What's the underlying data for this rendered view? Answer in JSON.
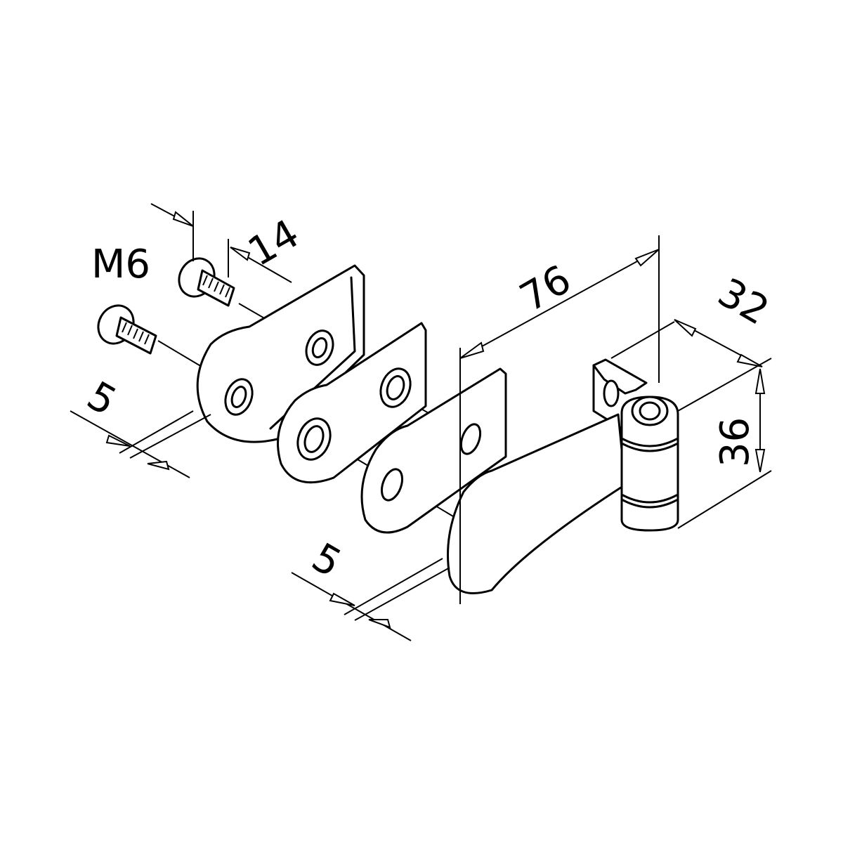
{
  "labels": {
    "thread": "M6",
    "hole_spacing": "14",
    "length": "76",
    "width": "32",
    "height": "36",
    "plate_thickness_1": "5",
    "plate_thickness_2": "5"
  }
}
